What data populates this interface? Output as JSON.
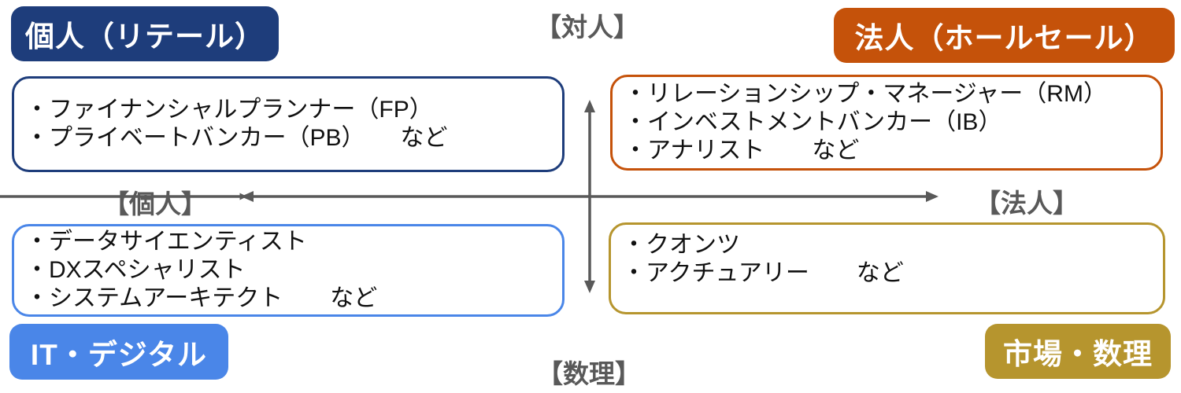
{
  "axes": {
    "top_label": "【対人】",
    "bottom_label": "【数理】",
    "left_label": "【個人】",
    "right_label": "【法人】",
    "label_color": "#595959",
    "arrow_color": "#595959"
  },
  "badges": {
    "retail": {
      "label": "個人（リテール）",
      "bg_color": "#1e3d7b",
      "text_color": "#ffffff"
    },
    "wholesale": {
      "label": "法人（ホールセール）",
      "bg_color": "#c5520a",
      "text_color": "#ffffff"
    },
    "it_digital": {
      "label": "IT・デジタル",
      "bg_color": "#4a86e8",
      "text_color": "#ffffff"
    },
    "market_math": {
      "label": "市場・数理",
      "bg_color": "#b6952e",
      "text_color": "#ffffff"
    }
  },
  "quadrants": {
    "retail": {
      "border_color": "#1e3d7b",
      "items": [
        "・ファイナンシャルプランナー（FP）",
        "・プライベートバンカー（PB）　　など"
      ]
    },
    "wholesale": {
      "border_color": "#c5520a",
      "items": [
        "・リレーションシップ・マネージャー（RM）",
        "・インベストメントバンカー（IB）",
        "・アナリスト　　など"
      ]
    },
    "it_digital": {
      "border_color": "#4a86e8",
      "items": [
        "・データサイエンティスト",
        "・DXスペシャリスト",
        "・システムアーキテクト　　など"
      ]
    },
    "market_math": {
      "border_color": "#b6952e",
      "items": [
        "・クオンツ",
        "・アクチュアリー　　など"
      ]
    }
  }
}
